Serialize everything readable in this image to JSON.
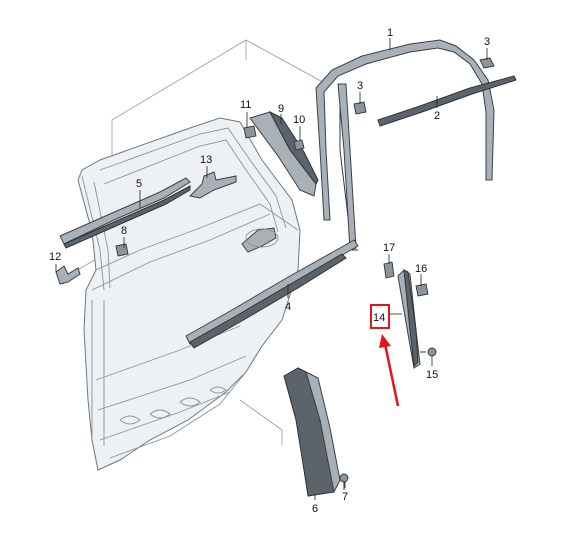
{
  "diagram": {
    "highlighted_part": "14",
    "highlight_color": "#e3151a",
    "labels": {
      "p1": "1",
      "p2": "2",
      "p3a": "3",
      "p3b": "3",
      "p4": "4",
      "p5": "5",
      "p6": "6",
      "p7": "7",
      "p8": "8",
      "p9": "9",
      "p10": "10",
      "p11": "11",
      "p12": "12",
      "p13": "13",
      "p14": "14",
      "p15": "15",
      "p16": "16",
      "p17": "17"
    }
  }
}
